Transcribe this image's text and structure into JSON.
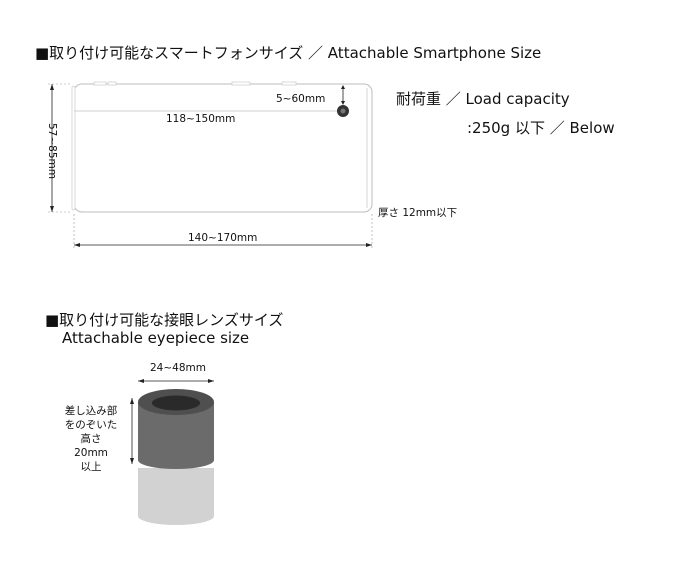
{
  "phone_section": {
    "title": "■取り付け可能なスマートフォンサイズ ／ Attachable Smartphone Size",
    "height_label": "57~85mm",
    "screen_width_label": "118~150mm",
    "camera_offset_label": "5~60mm",
    "overall_width_label": "140~170mm",
    "thickness_label": "厚さ 12mm以下",
    "load_capacity_title": "耐荷重 ／ Load capacity",
    "load_capacity_value": ":250g 以下 ／ Below"
  },
  "eyepiece_section": {
    "title_jp": "■取り付け可能な接眼レンズサイズ",
    "title_en": "Attachable eyepiece size",
    "diameter_label": "24~48mm",
    "insert_height_lines": [
      "差し込み部",
      "をのぞいた",
      "高さ",
      "20mm",
      "以上"
    ]
  },
  "colors": {
    "eyepiece_dark": "#6b6b6b",
    "eyepiece_light": "#d2d2d2",
    "outline": "#bdbdbd"
  }
}
